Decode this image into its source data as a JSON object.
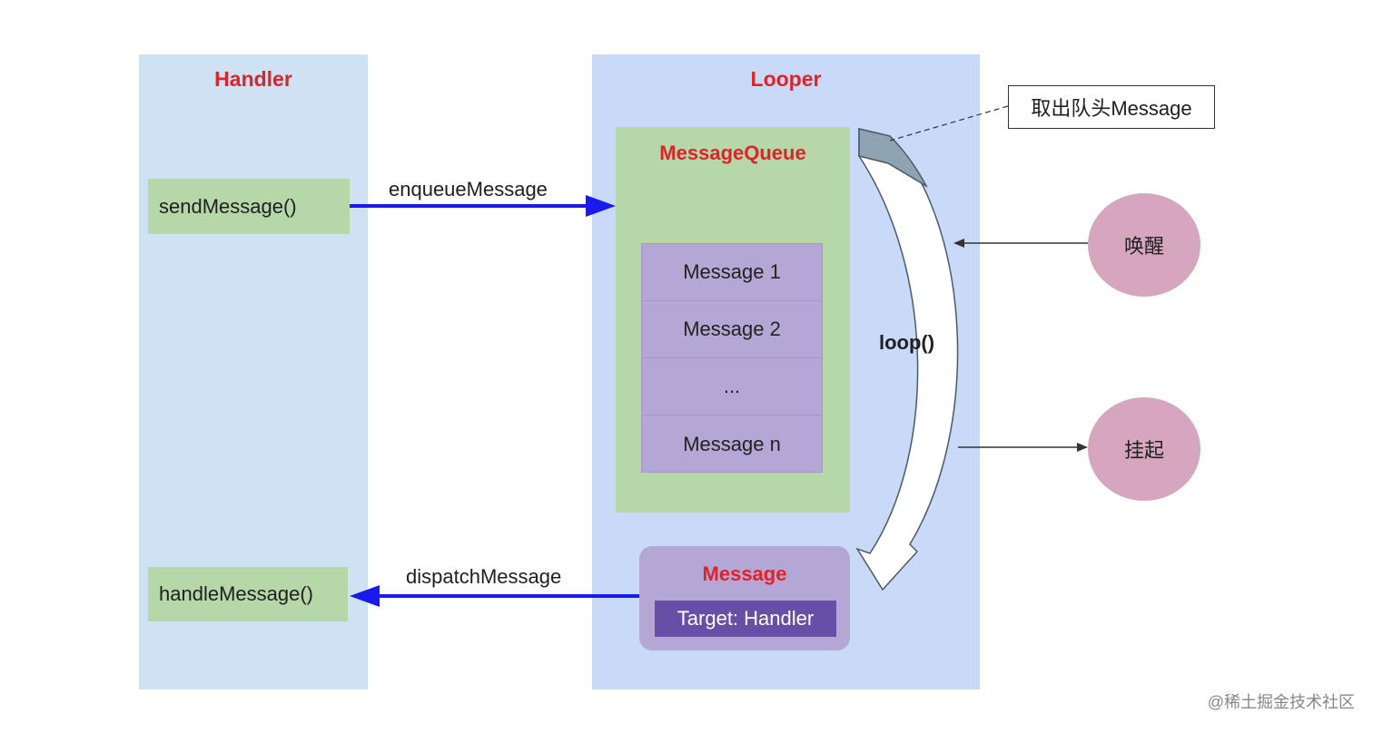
{
  "handler": {
    "title": "Handler",
    "send_method": "sendMessage()",
    "handle_method": "handleMessage()"
  },
  "looper": {
    "title": "Looper",
    "message_queue": {
      "title": "MessageQueue",
      "messages": [
        "Message 1",
        "Message 2",
        "...",
        "Message n"
      ]
    },
    "message": {
      "title": "Message",
      "target": "Target: Handler"
    },
    "loop_label": "loop()"
  },
  "arrows": {
    "enqueue": "enqueueMessage",
    "dispatch": "dispatchMessage"
  },
  "callout": "取出队头Message",
  "states": {
    "wake": "唤醒",
    "suspend": "挂起"
  },
  "watermark": "@稀土掘金技术社区",
  "colors": {
    "title_red": "#e0232b",
    "arrow_blue": "#1a1aef",
    "handler_bg": "#cfe2f3",
    "looper_bg": "#c9daf8",
    "queue_green": "#b6d7a8",
    "message_purple": "#b4a7d6",
    "target_purple": "#674ea7",
    "state_pink": "#d5a6bd"
  }
}
